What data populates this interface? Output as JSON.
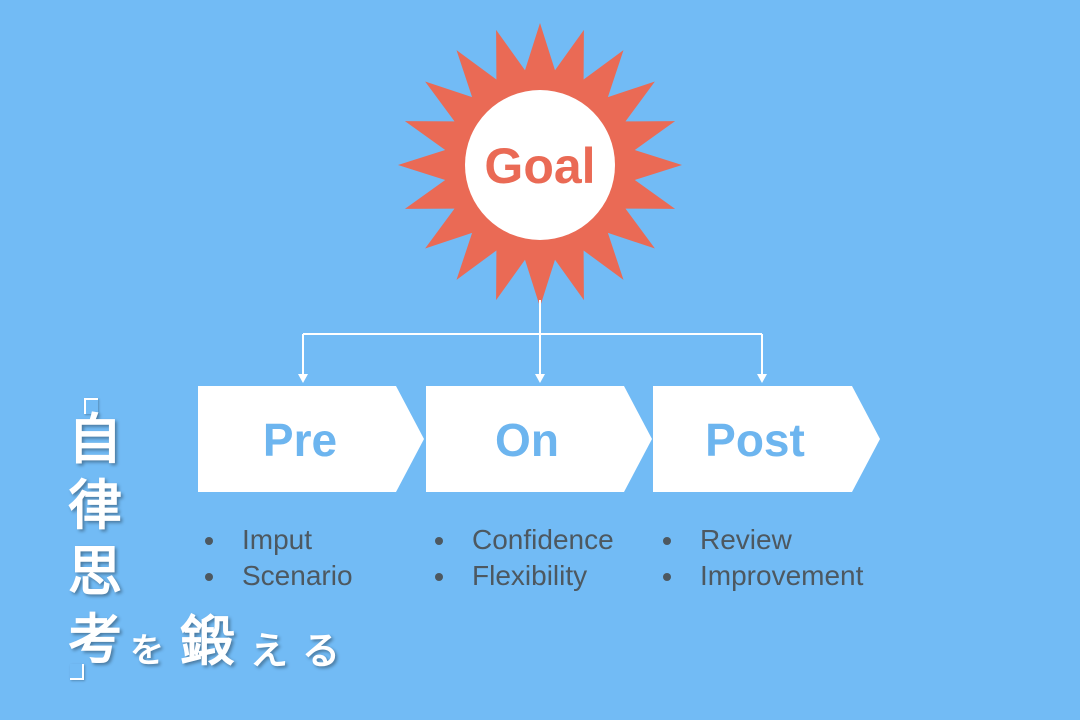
{
  "goal": {
    "label": "Goal",
    "sun_color": "#ea6a55",
    "center_color": "#ffffff"
  },
  "stages": [
    {
      "label": "Pre",
      "bullets": [
        "Imput",
        "Scenario"
      ]
    },
    {
      "label": "On",
      "bullets": [
        "Confidence",
        "Flexibility"
      ]
    },
    {
      "label": "Post",
      "bullets": [
        "Review",
        "Improvement"
      ]
    }
  ],
  "title": {
    "chars": [
      "自",
      "律",
      "思",
      "考",
      "を",
      "鍛",
      "え",
      "る"
    ]
  },
  "colors": {
    "background": "#72bbf5",
    "chevron_fill": "#ffffff",
    "stage_text": "#6db5ef",
    "bullet_text": "#4d5860",
    "connector": "#ffffff"
  }
}
